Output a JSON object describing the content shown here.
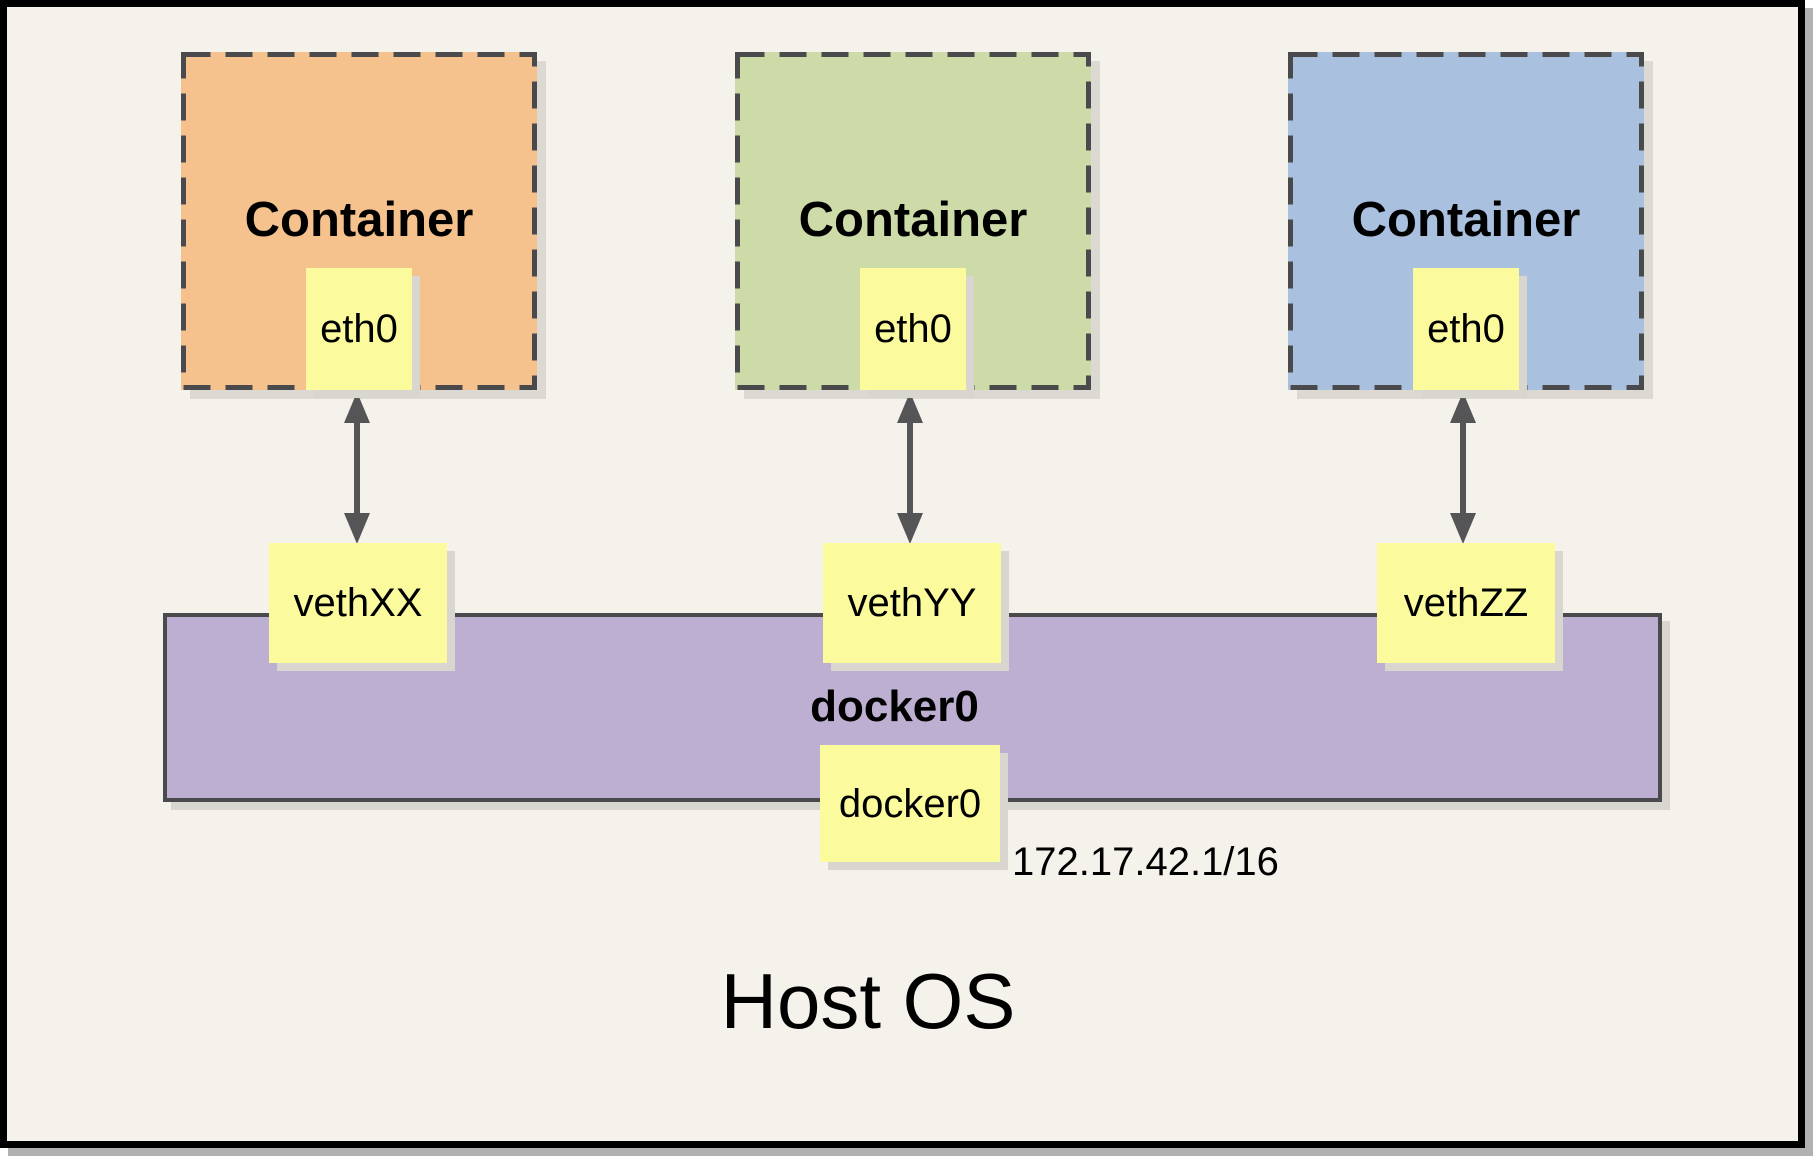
{
  "diagram": {
    "host_title": "Host OS",
    "bridge": {
      "label": "docker0",
      "interface_label": "docker0",
      "ip": "172.17.42.1/16"
    },
    "containers": [
      {
        "title": "Container",
        "interface": "eth0",
        "veth": "vethXX",
        "fill": "#F5C28E"
      },
      {
        "title": "Container",
        "interface": "eth0",
        "veth": "vethYY",
        "fill": "#CCDBA8"
      },
      {
        "title": "Container",
        "interface": "eth0",
        "veth": "vethZZ",
        "fill": "#AAC0DF"
      }
    ],
    "colors": {
      "page_background": "#F4F2EB",
      "frame_border": "#000000",
      "note_fill": "#FBFB9D",
      "bridge_fill": "#BCAFD1",
      "dashed_border": "#4A4A4D",
      "arrow": "#555558",
      "shadow": "#D8D6CF"
    }
  }
}
